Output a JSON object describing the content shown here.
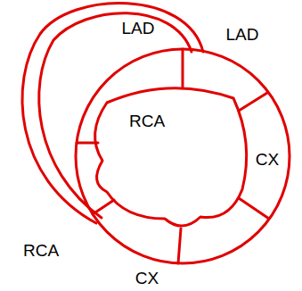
{
  "diagram": {
    "labels": [
      "LAD",
      "LAD",
      "RCA",
      "CX",
      "RCA",
      "CX"
    ]
  }
}
